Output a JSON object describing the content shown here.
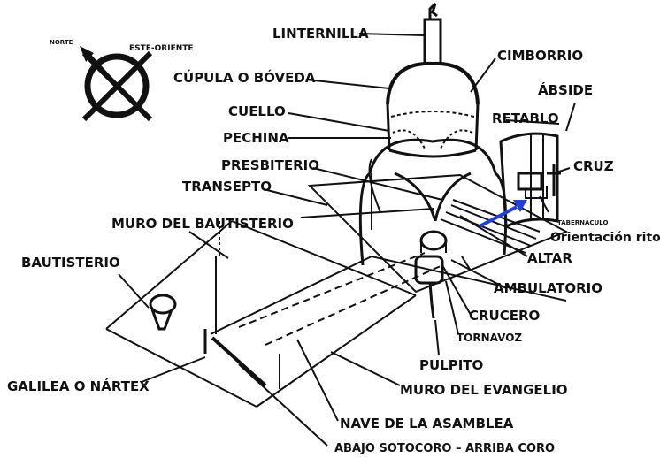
{
  "compass": {
    "north": "NORTE",
    "east": "ESTE-ORIENTE"
  },
  "labels": {
    "linternilla": "LINTERNILLA",
    "cimborrio": "CIMBORRIO",
    "cupula": "CÚPULA O BÓVEDA",
    "abside": "ÁBSIDE",
    "cuello": "CUELLO",
    "retablo": "RETABLO",
    "pechina": "PECHINA",
    "presbiterio": "PRESBITERIO",
    "cruz": "CRUZ",
    "transepto": "TRANSEPTO",
    "tabernaculo": "TABERNÁCULO",
    "orientacion": "Orientación rito",
    "muro_bautisterio": "MURO DEL BAUTISTERIO",
    "altar": "ALTAR",
    "bautisterio": "BAUTISTERIO",
    "ambulatorio": "AMBULATORIO",
    "crucero": "CRUCERO",
    "tornavoz": "TORNAVOZ",
    "pulpito": "PULPITO",
    "galilea": "GALILEA O NÁRTEX",
    "muro_evangelio": "MURO DEL EVANGELIO",
    "nave": "NAVE DE LA ASAMBLEA",
    "coro": "ABAJO SOTOCORO – ARRIBA CORO"
  },
  "colors": {
    "ink": "#111111",
    "arrow": "#1f3fe0"
  }
}
